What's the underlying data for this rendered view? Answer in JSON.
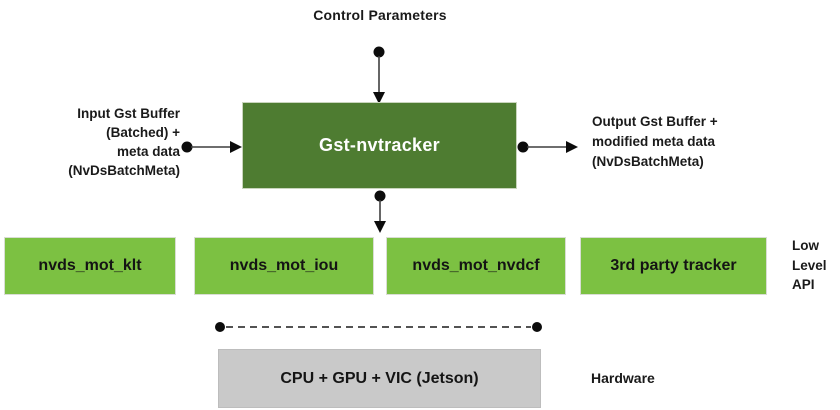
{
  "colors": {
    "dark_green": "#4E7C31",
    "light_green": "#7CC142",
    "hardware_gray": "#C9C9C9",
    "connector_black": "#000000",
    "tracker_text_white": "#ffffff"
  },
  "top": {
    "control_label": "Control Parameters"
  },
  "center": {
    "box_label": "Gst-nvtracker",
    "input_label": "Input Gst Buffer\n(Batched) +\nmeta data\n(NvDsBatchMeta)",
    "output_label": "Output Gst Buffer +\nmodified meta data\n(NvDsBatchMeta)"
  },
  "low_level": {
    "boxes": [
      "nvds_mot_klt",
      "nvds_mot_iou",
      "nvds_mot_nvdcf",
      "3rd party tracker"
    ],
    "side_label": "Low\nLevel\nAPI"
  },
  "hardware": {
    "box_label": "CPU + GPU + VIC (Jetson)",
    "side_label": "Hardware"
  }
}
